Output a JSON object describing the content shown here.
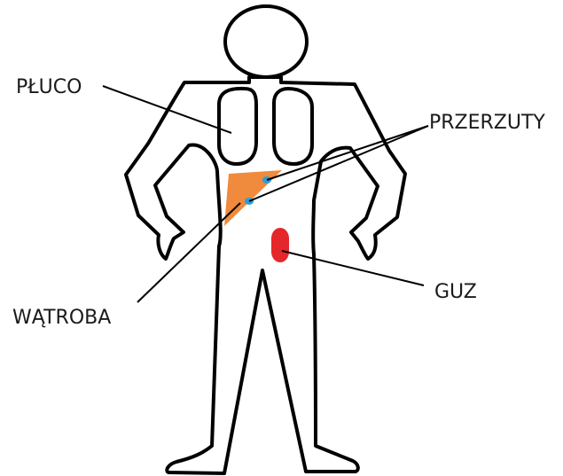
{
  "labels": {
    "lung": "PŁUCO",
    "metastases": "PRZERZUTY",
    "liver": "WĄTROBA",
    "tumor": "GUZ"
  },
  "colors": {
    "outline": "#000000",
    "liver": "#f08a3c",
    "metastasis": "#2a9fd8",
    "tumor": "#e5262b",
    "background": "#ffffff"
  }
}
